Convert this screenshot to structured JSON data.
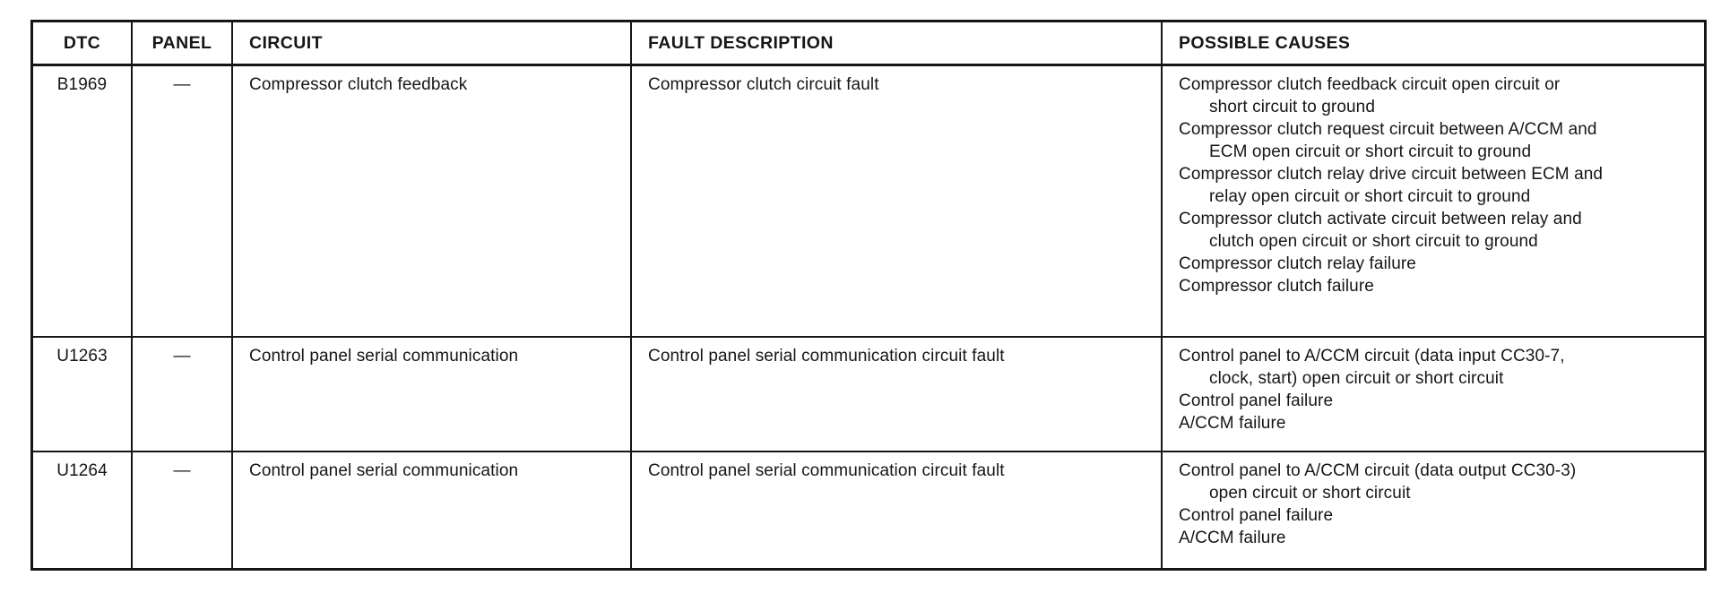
{
  "document": {
    "kind": "dtc-fault-table",
    "colors": {
      "ink": "#161616",
      "paper": "#ffffff"
    },
    "table": {
      "columns": [
        {
          "key": "dtc",
          "label": "DTC"
        },
        {
          "key": "panel",
          "label": "PANEL"
        },
        {
          "key": "circuit",
          "label": "CIRCUIT"
        },
        {
          "key": "fault",
          "label": "FAULT DESCRIPTION"
        },
        {
          "key": "causes",
          "label": "POSSIBLE CAUSES"
        }
      ],
      "rows": [
        {
          "dtc": "B1969",
          "panel": "—",
          "circuit": "Compressor clutch feedback",
          "fault": "Compressor clutch circuit fault",
          "causes": [
            [
              "Compressor clutch feedback circuit open circuit or",
              "short circuit to ground"
            ],
            [
              "Compressor clutch request circuit between A/CCM and",
              "ECM open circuit or short circuit to ground"
            ],
            [
              "Compressor clutch relay drive circuit between ECM and",
              "relay open circuit or short circuit to ground"
            ],
            [
              "Compressor clutch activate circuit between relay and",
              "clutch open circuit or short circuit to ground"
            ],
            [
              "Compressor clutch relay failure"
            ],
            [
              "Compressor clutch failure"
            ]
          ]
        },
        {
          "dtc": "U1263",
          "panel": "—",
          "circuit": "Control panel serial communication",
          "fault": "Control panel serial communication circuit fault",
          "causes": [
            [
              "Control panel to A/CCM circuit (data input CC30-7,",
              "clock, start) open circuit or short circuit"
            ],
            [
              "Control panel failure"
            ],
            [
              "A/CCM failure"
            ]
          ]
        },
        {
          "dtc": "U1264",
          "panel": "—",
          "circuit": "Control panel serial communication",
          "fault": "Control panel serial communication circuit fault",
          "causes": [
            [
              "Control panel to A/CCM circuit (data output CC30-3)",
              "open circuit or short circuit"
            ],
            [
              "Control panel failure"
            ],
            [
              "A/CCM failure"
            ]
          ]
        }
      ]
    }
  }
}
